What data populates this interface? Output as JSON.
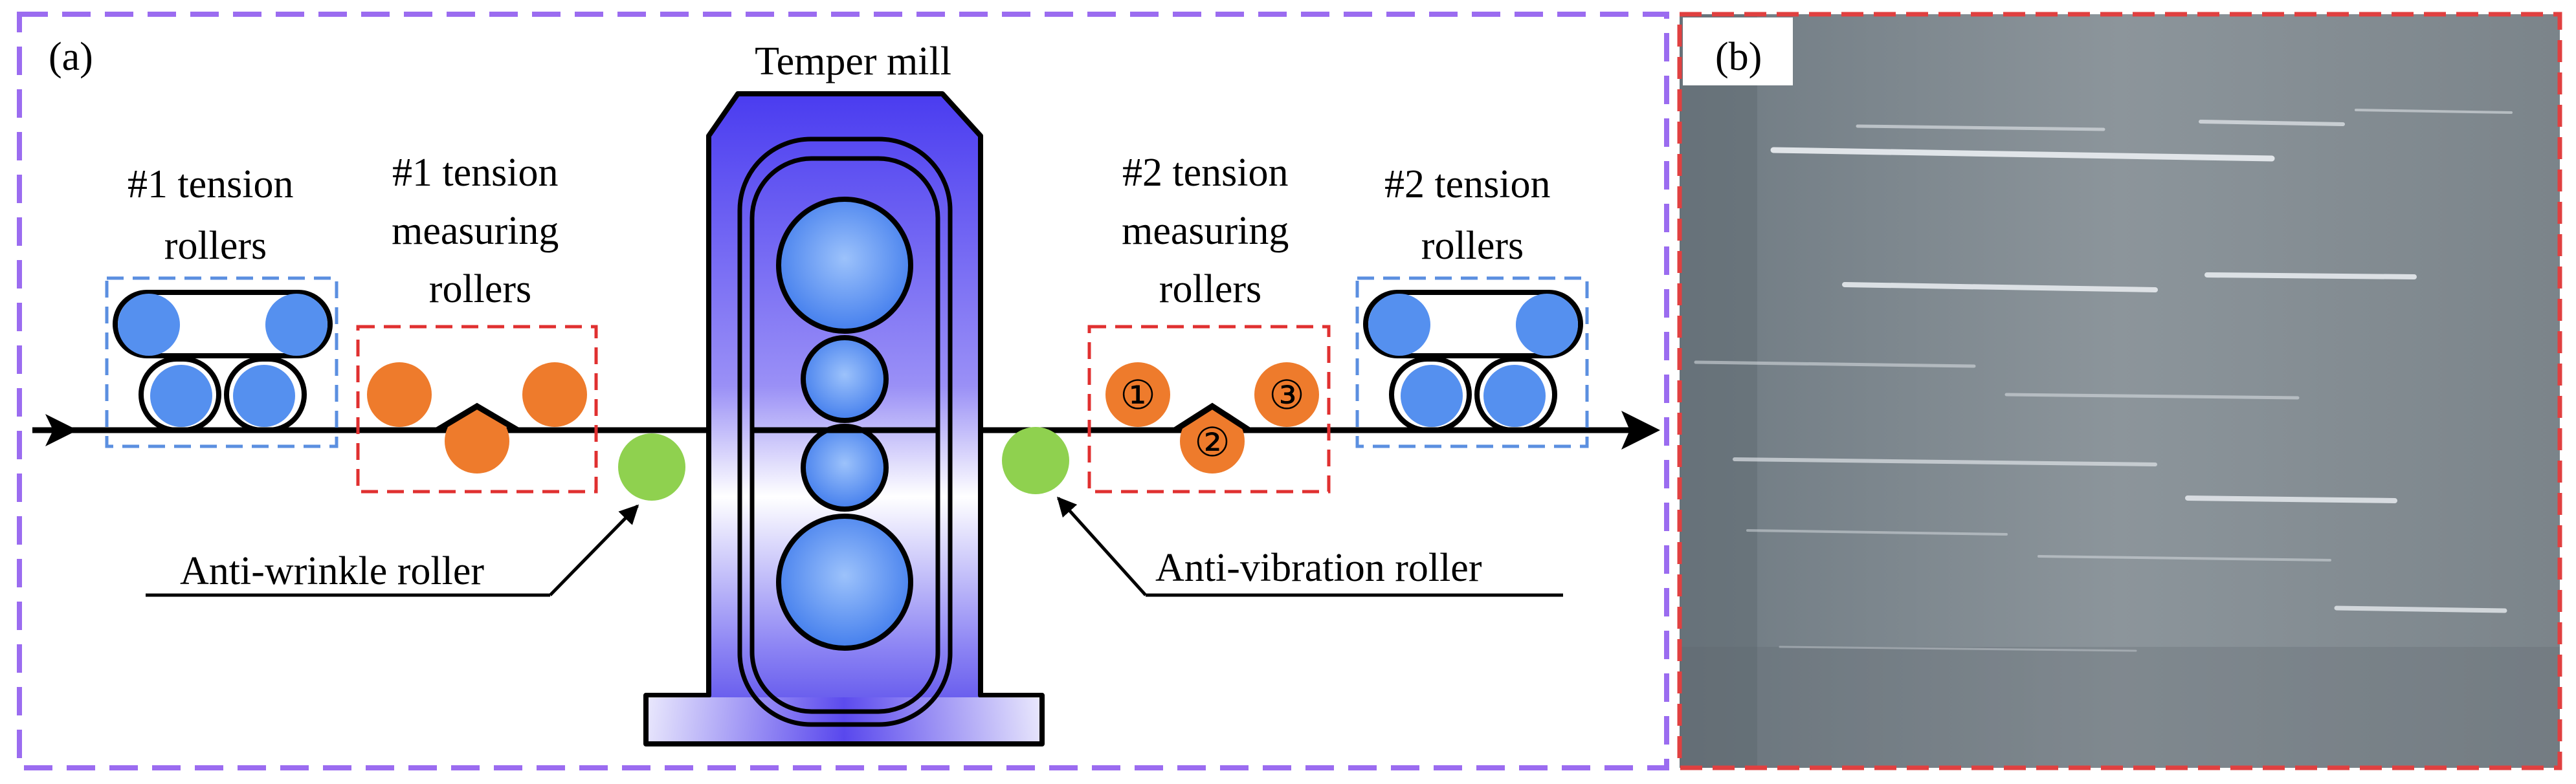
{
  "panel_a": {
    "label": "(a)",
    "mill_title": "Temper mill",
    "tension_rollers_1": [
      "#1 tension",
      "rollers"
    ],
    "measuring_rollers_1": [
      "#1 tension",
      "measuring",
      "rollers"
    ],
    "measuring_rollers_2": [
      "#2 tension",
      "measuring",
      "rollers"
    ],
    "tension_rollers_2": [
      "#2 tension",
      "rollers"
    ],
    "anti_wrinkle_label": "Anti-wrinkle roller",
    "anti_vibration_label": "Anti-vibration roller",
    "roller_numbers": [
      "①",
      "②",
      "③"
    ]
  },
  "panel_b": {
    "label": "(b)"
  },
  "colors": {
    "panel_a_border": "#9b6cf0",
    "panel_b_border": "#e04040",
    "tension_box_border": "#5b8fe0",
    "measuring_box_border": "#e03030",
    "blue_roller": "#5590ef",
    "orange_roller": "#ee7b2c",
    "green_roller": "#8fd14f",
    "mill_body": "#5a46ee"
  }
}
